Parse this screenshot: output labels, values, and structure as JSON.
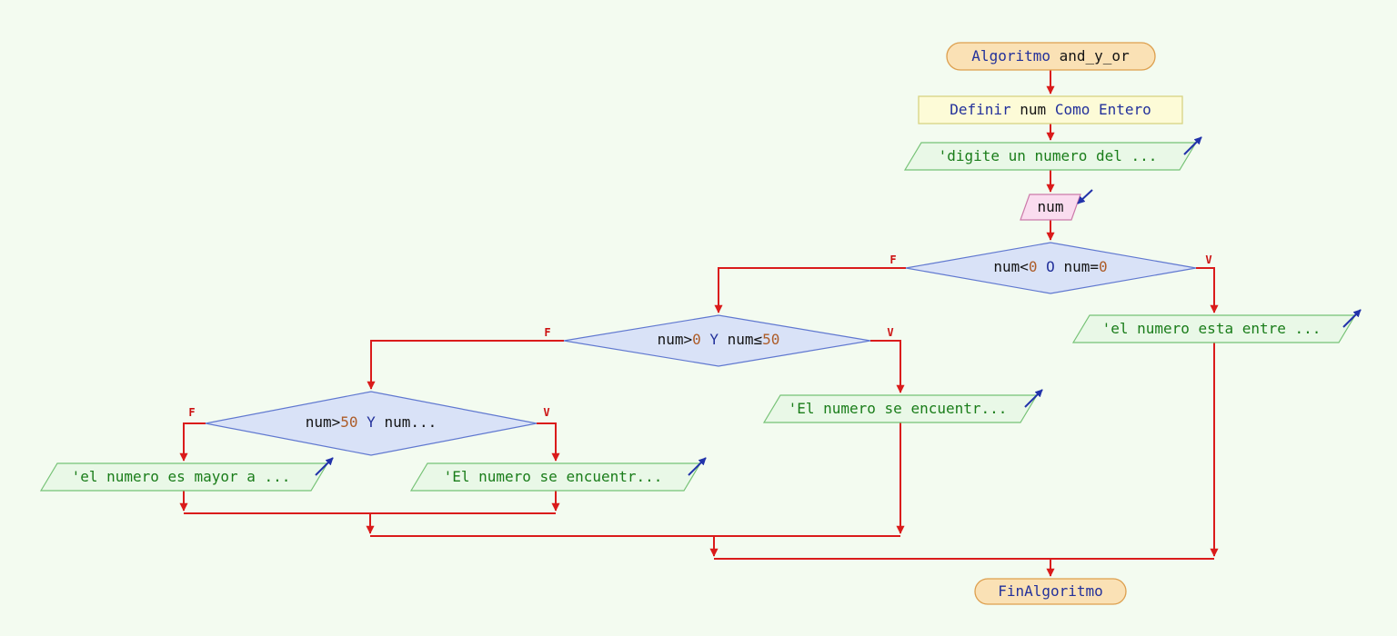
{
  "colors": {
    "background": "#f3fbf0",
    "connector_red": "#da1b1b",
    "branch_label_red": "#cc1111",
    "keyword_blue": "#23319b",
    "number_orange": "#ad5c28",
    "string_green": "#1a7d1a",
    "plain_text": "#141414",
    "terminal_fill": "#fae1b5",
    "terminal_border": "#dd9f4e",
    "process_fill": "#fdfbd7",
    "process_border": "#d8d383",
    "output_fill": "#e9f8e7",
    "output_border": "#76c276",
    "input_fill": "#fadcef",
    "input_border": "#cc7aaa",
    "decision_fill": "#d9e2f7",
    "decision_border": "#6078d0",
    "io_arrow_blue": "#2233aa"
  },
  "branch_labels": {
    "false_label": "F",
    "true_label": "V"
  },
  "nodes": {
    "start": {
      "type": "terminal",
      "t0": "Algoritmo",
      "t1": " and_y_or"
    },
    "declare": {
      "type": "process",
      "t0": "Definir ",
      "t1": "num",
      "t2": " Como Entero"
    },
    "output_prompt": {
      "type": "output",
      "t0": "'digite un numero del ..."
    },
    "input_num": {
      "type": "input",
      "t0": "num"
    },
    "decision1": {
      "type": "decision",
      "t0": "num<",
      "t1": "0",
      "t2": " O ",
      "t3": "num=",
      "t4": "0"
    },
    "output_between": {
      "type": "output",
      "t0": "'el numero esta entre ..."
    },
    "decision2": {
      "type": "decision",
      "t0": "num>",
      "t1": "0",
      "t2": " Y ",
      "t3": "num≤",
      "t4": "50"
    },
    "output_found1": {
      "type": "output",
      "t0": "'El numero se encuentr..."
    },
    "decision3": {
      "type": "decision",
      "t0": "num>",
      "t1": "50",
      "t2": " Y ",
      "t3": "num..."
    },
    "output_mayor": {
      "type": "output",
      "t0": "'el numero es mayor a ..."
    },
    "output_found2": {
      "type": "output",
      "t0": "'El numero se encuentr..."
    },
    "end": {
      "type": "terminal",
      "t0": "FinAlgoritmo"
    }
  }
}
